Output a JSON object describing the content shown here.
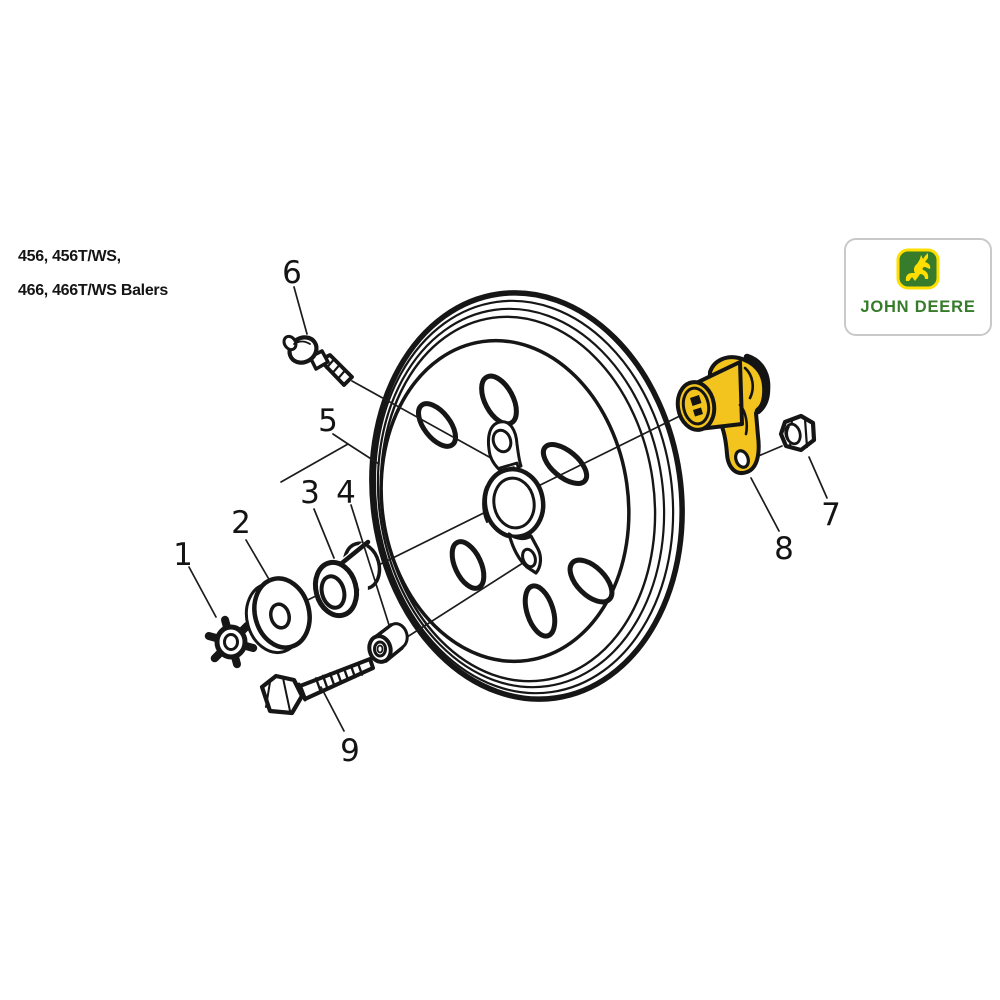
{
  "header": {
    "title_line1": "456, 456T/WS,",
    "title_line2": "466, 466T/WS Balers"
  },
  "logo": {
    "wordmark": "JOHN DEERE",
    "deer_icon": "leaping-deer-icon",
    "green": "#367C2B",
    "yellow": "#FFDE00"
  },
  "diagram": {
    "part_labels": [
      "1",
      "2",
      "3",
      "4",
      "5",
      "6",
      "7",
      "8",
      "9"
    ],
    "highlighted_part_label": "8",
    "highlight_color": "#F2C41D",
    "line_color": "#161616"
  }
}
